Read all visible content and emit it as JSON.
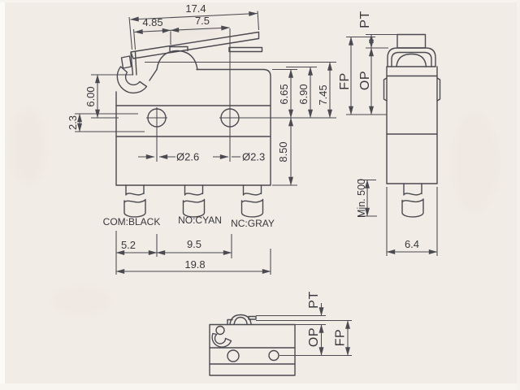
{
  "drawing": {
    "type": "micro-switch dimensional drawing",
    "front_view": {
      "dims": {
        "lever_length": "17.4",
        "lever_seg1": "4.85",
        "lever_seg2": "7.5",
        "hinge_height": "6.00",
        "edge_offset": "2.3",
        "h1": "6.65",
        "h2": "6.90",
        "h3": "7.45",
        "h4": "8.50",
        "hole_dia_left": "Ø2.6",
        "hole_dia_right": "Ø2.3",
        "pitch1": "5.2",
        "pitch2": "9.5",
        "width": "19.8"
      },
      "terminals": [
        "COM:BLACK",
        "NO:CYAN",
        "NC:GRAY"
      ]
    },
    "side_view": {
      "labels": {
        "pt": "PT",
        "op": "OP",
        "fp": "FP"
      },
      "dims": {
        "terminal_len": "Min. 500",
        "width": "6.4"
      }
    },
    "bottom_view": {
      "labels": {
        "pt": "PT",
        "op": "OP",
        "fp": "FP"
      }
    },
    "colors": {
      "paper": "#f1ece6",
      "ink": "#4b4a51",
      "text": "#38373d"
    }
  }
}
